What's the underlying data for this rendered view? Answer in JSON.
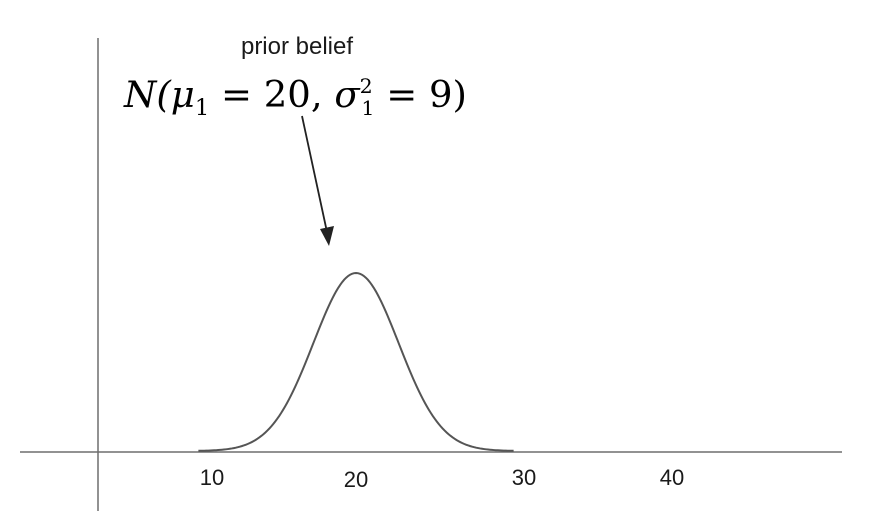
{
  "annotation": {
    "label": "prior belief",
    "formula": "N(μ₁ = 20, σ₁² = 9)"
  },
  "axis": {
    "ticks": [
      "10",
      "20",
      "30",
      "40"
    ]
  },
  "curve": {
    "type": "normal",
    "mean": 20,
    "variance": 9
  },
  "colors": {
    "axis": "#6e6e6e",
    "curve": "#555555",
    "arrow": "#222222",
    "text": "#1a1a1a"
  }
}
